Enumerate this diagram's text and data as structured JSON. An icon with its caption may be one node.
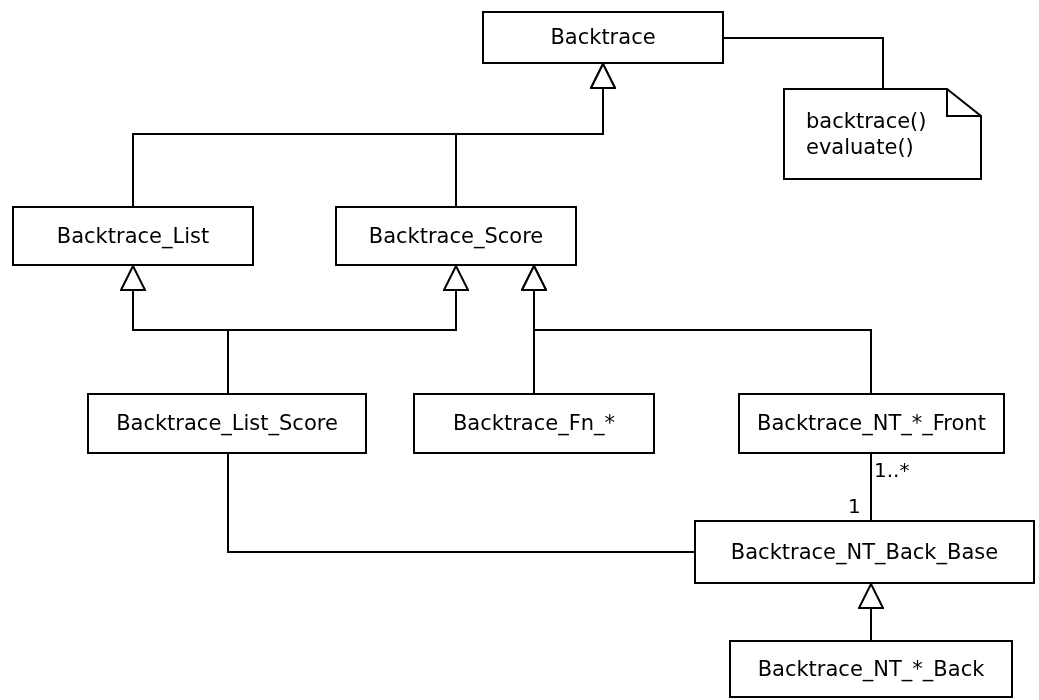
{
  "diagram": {
    "nodes": [
      {
        "text": [
          "Backtrace"
        ]
      },
      {
        "text": [
          "backtrace()",
          "evaluate()"
        ]
      },
      {
        "text": [
          "Backtrace_List"
        ]
      },
      {
        "text": [
          "Backtrace_Score"
        ]
      },
      {
        "text": [
          "Backtrace_List_Score"
        ]
      },
      {
        "text": [
          "Backtrace_Fn_*"
        ]
      },
      {
        "text": [
          "Backtrace_NT_*_Front"
        ]
      },
      {
        "text": [
          "Backtrace_NT_Back_Base"
        ]
      },
      {
        "text": [
          "Backtrace_NT_*_Back"
        ]
      }
    ],
    "edges": [
      {
        "from": 0,
        "to": 1,
        "arrow": "none"
      },
      {
        "from": 2,
        "to": 0,
        "arrow": "to"
      },
      {
        "from": 3,
        "to": 0,
        "arrow": "to"
      },
      {
        "from": 4,
        "to": 2,
        "arrow": "to"
      },
      {
        "from": 4,
        "to": 3,
        "arrow": "to"
      },
      {
        "from": 5,
        "to": 3,
        "arrow": "to"
      },
      {
        "from": 6,
        "to": 3,
        "arrow": "to"
      },
      {
        "from": 6,
        "to": 7,
        "arrow": "none"
      },
      {
        "from": 4,
        "to": 7,
        "arrow": "none"
      },
      {
        "from": 8,
        "to": 7,
        "arrow": "to"
      }
    ],
    "labels": [
      "1..*",
      "1"
    ]
  }
}
